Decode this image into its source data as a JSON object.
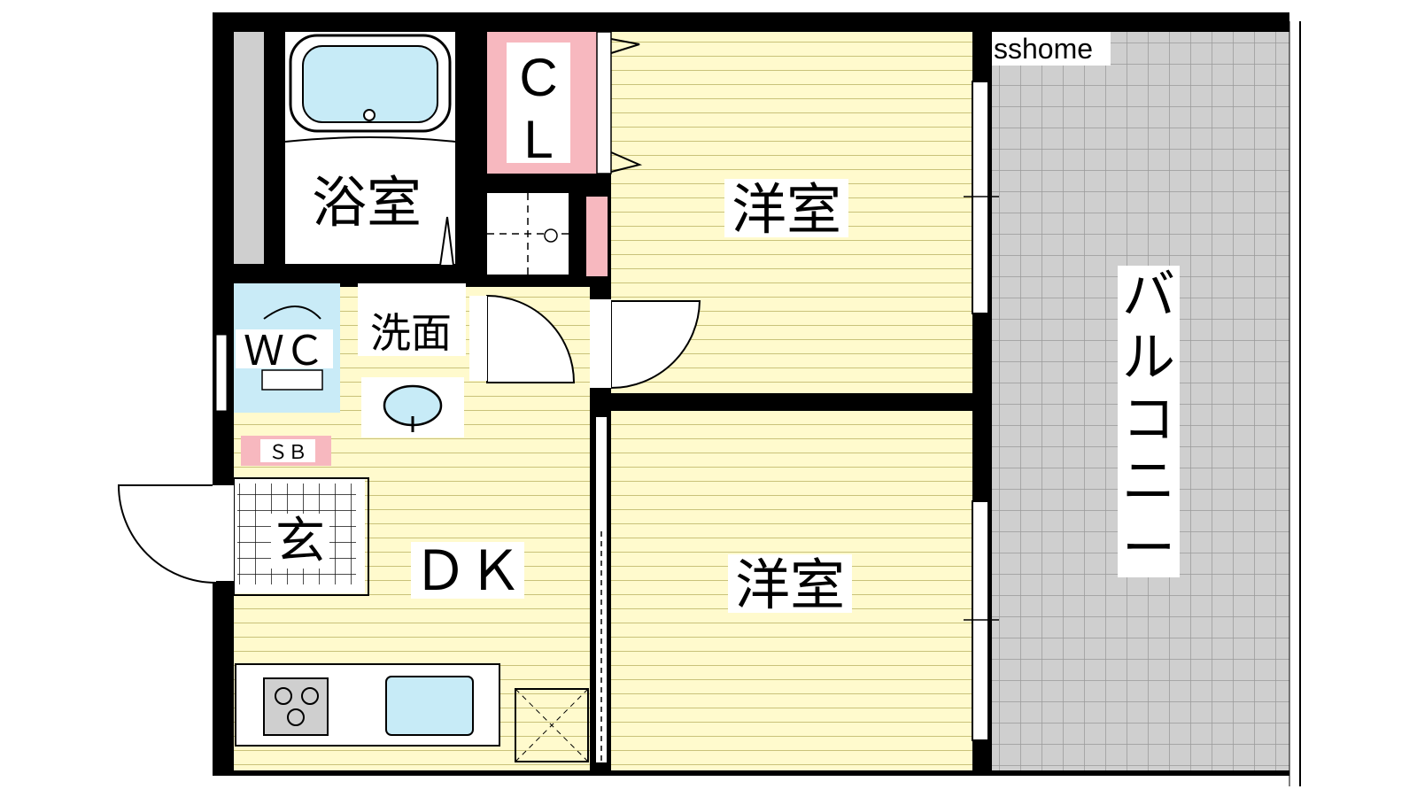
{
  "watermark": "sshome",
  "rooms": {
    "bath": "浴室",
    "closet_c": "C",
    "closet_l": "L",
    "western_top": "洋室",
    "western_bottom": "洋室",
    "washroom": "洗面",
    "toilet": "ＷＣ",
    "shoe_box": "ＳＢ",
    "entrance": "玄",
    "dining_kitchen": "ＤＫ",
    "balcony": [
      "バ",
      "ル",
      "コ",
      "ニ",
      "ー"
    ]
  },
  "colors": {
    "wall": "#000000",
    "floor": "#fffacd",
    "floor_line": "#c9c27a",
    "bath_area": "#ffffff",
    "tub": "#c7ebf7",
    "toilet_area": "#c9ebf7",
    "closet": "#f7b8bf",
    "balcony": "#cfcfcf",
    "balcony_grid": "#9a9a9a"
  }
}
